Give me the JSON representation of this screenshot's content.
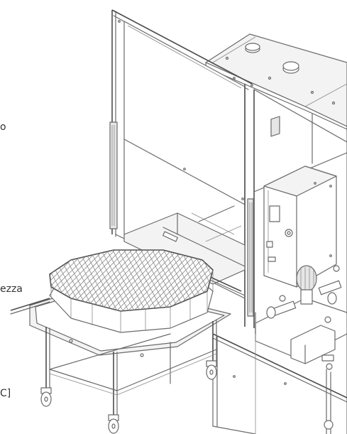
{
  "callouts": [
    {
      "text": "o"
    },
    {
      "text": "ezza"
    },
    {
      "text": "C]"
    }
  ]
}
